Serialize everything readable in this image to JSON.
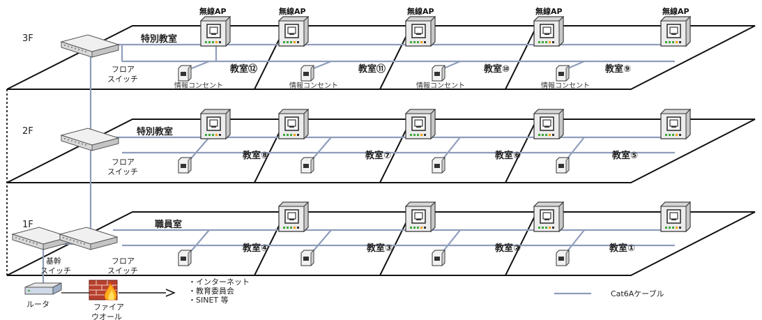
{
  "legend": {
    "cable_label": "Cat6Aケーブル",
    "cable_color": "#8f9dbb"
  },
  "ap_label": "無線AP",
  "outlet_label": "情報コンセント",
  "floor_switch_label": [
    "フロア",
    "スイッチ"
  ],
  "core_switch_label": [
    "基幹",
    "スイッチ"
  ],
  "router_label": "ルータ",
  "firewall_label": [
    "ファイア",
    "ウオール"
  ],
  "destinations": [
    "・インターネット",
    "・教育委員会",
    "・SINET 等"
  ],
  "floors": [
    {
      "name": "3F",
      "special_room": "特別教室",
      "classrooms": [
        "教室⑫",
        "教室⑪",
        "教室⑩",
        "教室⑨"
      ]
    },
    {
      "name": "2F",
      "special_room": "特別教室",
      "classrooms": [
        "教室⑧",
        "教室⑦",
        "教室⑥",
        "教室⑤"
      ]
    },
    {
      "name": "1F",
      "special_room": "職員室",
      "classrooms": [
        "教室④",
        "教室③",
        "教室②",
        "教室①"
      ]
    }
  ]
}
